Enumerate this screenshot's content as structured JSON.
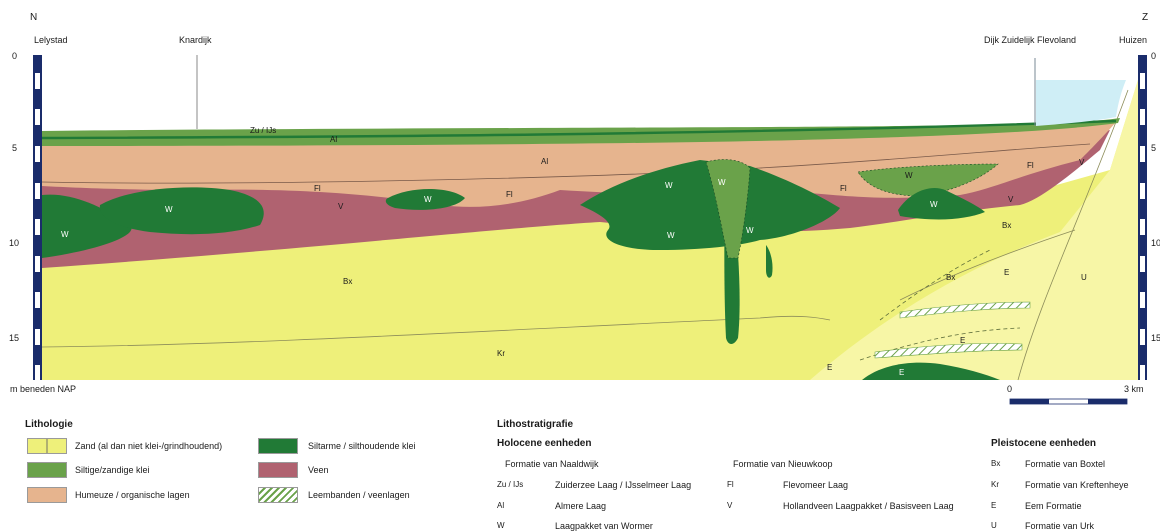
{
  "compass": {
    "north": "N",
    "south": "Z"
  },
  "places": {
    "lelystad": "Lelystad",
    "knardijk": "Knardijk",
    "dijk": "Dijk Zuidelijk Flevoland",
    "huizen": "Huizen"
  },
  "depth_axis": {
    "unit_label": "m beneden NAP",
    "ticks": [
      "0",
      "5",
      "10",
      "15"
    ]
  },
  "scalebar": {
    "start": "0",
    "end": "3 km"
  },
  "unit_labels": {
    "zu_ijs": "Zu / IJs",
    "al": "Al",
    "fl": "Fl",
    "v": "V",
    "w": "W",
    "bx": "Bx",
    "kr": "Kr",
    "e": "E",
    "u": "U"
  },
  "colors": {
    "sand": "#eef07a",
    "sand_light": "#f7f6a6",
    "siltig": "#6aa24a",
    "humeus": "#e6b48e",
    "siltarm": "#217a36",
    "veen": "#b06270",
    "water": "#cfeef6"
  },
  "lithologie": {
    "title": "Lithologie",
    "items": [
      {
        "label": "Zand (al dan niet klei-/grindhoudend)"
      },
      {
        "label": "Siltige/zandige klei"
      },
      {
        "label": "Humeuze / organische lagen"
      },
      {
        "label": "Siltarme / silthoudende klei"
      },
      {
        "label": "Veen"
      },
      {
        "label": "Leembanden / veenlagen"
      }
    ]
  },
  "lithostratigrafie": {
    "title": "Lithostratigrafie",
    "holocene": {
      "title": "Holocene eenheden",
      "naaldwijk": {
        "title": "Formatie van Naaldwijk",
        "rows": [
          {
            "code": "Zu / IJs",
            "name": "Zuiderzee Laag / IJsselmeer Laag"
          },
          {
            "code": "Al",
            "name": "Almere Laag"
          },
          {
            "code": "W",
            "name": "Laagpakket van Wormer"
          }
        ]
      },
      "nieuwkoop": {
        "title": "Formatie van Nieuwkoop",
        "rows": [
          {
            "code": "Fl",
            "name": "Flevomeer Laag"
          },
          {
            "code": "V",
            "name": "Hollandveen Laagpakket /  Basisveen Laag"
          }
        ]
      }
    },
    "pleistocene": {
      "title": "Pleistocene eenheden",
      "rows": [
        {
          "code": "Bx",
          "name": "Formatie van Boxtel"
        },
        {
          "code": "Kr",
          "name": "Formatie van Kreftenheye"
        },
        {
          "code": "E",
          "name": "Eem Formatie"
        },
        {
          "code": "U",
          "name": "Formatie van Urk"
        }
      ]
    }
  }
}
